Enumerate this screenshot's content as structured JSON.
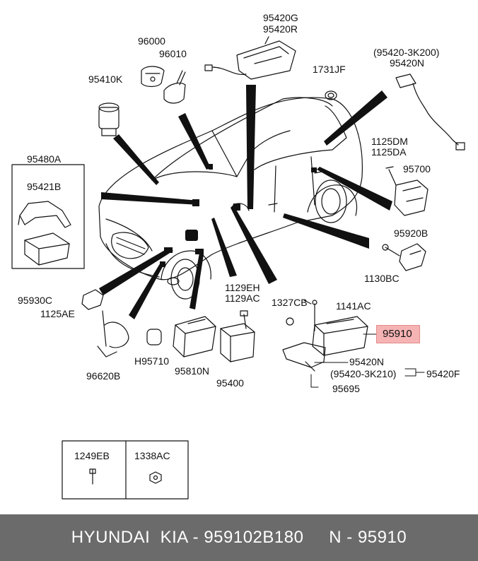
{
  "labels": {
    "p96000": "96000",
    "p96010": "96010",
    "p95420G": "95420G",
    "p95420R": "95420R",
    "p95420_3K200": "(95420-3K200)",
    "p95420N_top": "95420N",
    "p95410K": "95410K",
    "p1731JF": "1731JF",
    "p95480A": "95480A",
    "p95421B": "95421B",
    "p1125DM": "1125DM",
    "p1125DA": "1125DA",
    "p95700": "95700",
    "p95920B": "95920B",
    "p1130BC": "1130BC",
    "p95930C": "95930C",
    "p1125AE": "1125AE",
    "p1129EH": "1129EH",
    "p1129AC": "1129AC",
    "p1327CB": "1327CB",
    "p1141AC": "1141AC",
    "p95910": "95910",
    "p95420N_bottom": "95420N",
    "p95420_3K210": "(95420-3K210)",
    "p95420F": "95420F",
    "p95695": "95695",
    "p96620B": "96620B",
    "pH95710": "H95710",
    "p95810N": "95810N",
    "p95400": "95400",
    "p1249EB": "1249EB",
    "p1338AC": "1338AC"
  },
  "footer": {
    "text": "HYUNDAI  KIA - 959102B180     N - 95910"
  },
  "colors": {
    "highlight": "#f6b3b3",
    "footer_bg": "#6b6b6b",
    "footer_text": "#ffffff",
    "line": "#111111"
  }
}
